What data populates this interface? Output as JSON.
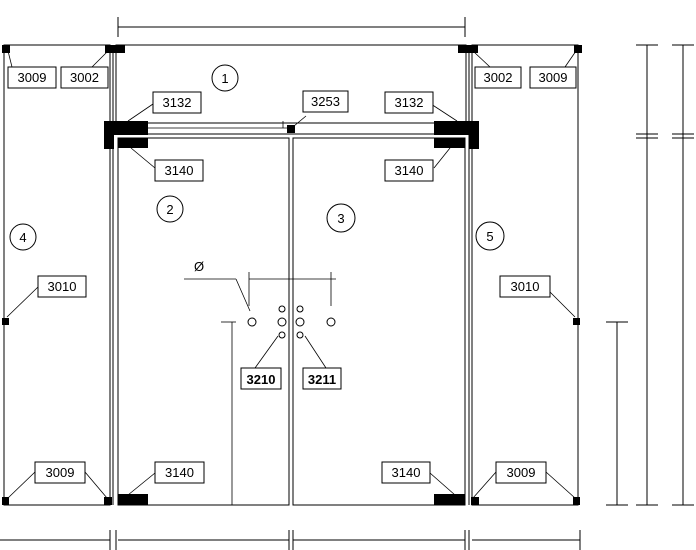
{
  "labels": {
    "l3009_tl": "3009",
    "l3002_tl": "3002",
    "l3002_tr": "3002",
    "l3009_tr": "3009",
    "l3132_l": "3132",
    "l3253": "3253",
    "l3132_r": "3132",
    "l3140_tl": "3140",
    "l3140_tr": "3140",
    "l3010_l": "3010",
    "l3010_r": "3010",
    "l3210": "3210",
    "l3211": "3211",
    "l3009_bl": "3009",
    "l3140_bl": "3140",
    "l3140_br": "3140",
    "l3009_br": "3009"
  },
  "panels": {
    "p1": "1",
    "p2": "2",
    "p3": "3",
    "p4": "4",
    "p5": "5"
  },
  "symbols": {
    "diameter": "Ø"
  }
}
